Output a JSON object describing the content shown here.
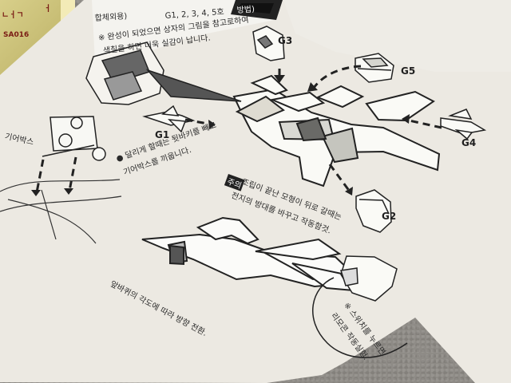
{
  "box": {
    "text_top": "ㄴㅓㄱ",
    "text_side": "ㅓ",
    "code": "SA016"
  },
  "instructions": {
    "header_title": "방법)",
    "header_subtitle": "합체외용)",
    "header_code": "G1, 2, 3, 4, 5호",
    "note_line1": "※ 완성이 되었으면 상자의 그림을 참고로하여",
    "note_line2": "색칠을 하면 더욱 실감이 납니다.",
    "gearbox_label": "기어박스",
    "bullet_line1": "● 달리게 할때는 뒷바키를 빼고",
    "bullet_line2": "기어박스를 끼웁니다.",
    "caution_tag": "주의",
    "caution_line1": "조립이 끝난 모형이 뒤로 갈때는",
    "caution_line2": "전지의 방대를 바꾸고 작동함것.",
    "front_wheel_note": "앞바퀴의 각도에 따라 방향 전환.",
    "remote_line1": "※ 스위치를 누르면",
    "remote_line2": "리모콘 작동실험."
  },
  "labels": {
    "g1": "G1",
    "g2": "G2",
    "g3": "G3",
    "g4": "G4",
    "g5": "G5"
  },
  "colors": {
    "paper": "#efefe9",
    "ink": "#252525",
    "box_red": "#7a1b14"
  }
}
